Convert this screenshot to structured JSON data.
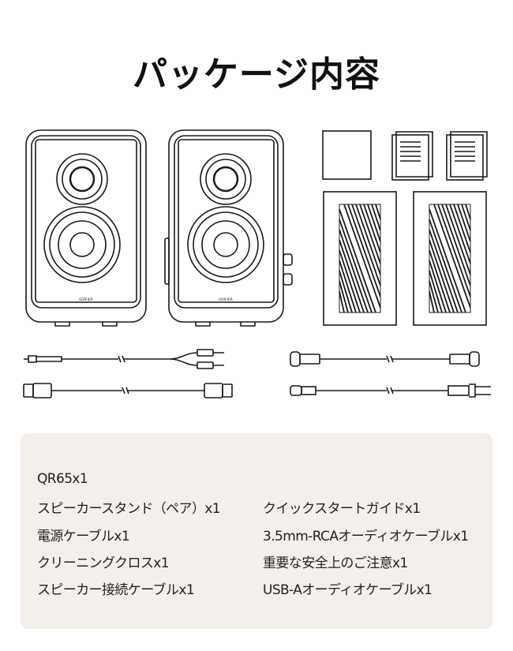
{
  "title": "パッケージ内容",
  "brand_mark": "EDIFIER",
  "package_items": {
    "solo": "QR65x1",
    "left": [
      "スピーカースタンド（ペア）x1",
      "電源ケーブルx1",
      "クリーニングクロスx1",
      "スピーカー接続ケーブルx1"
    ],
    "right": [
      "クイックスタートガイドx1",
      "3.5mm-RCAオーディオケーブルx1",
      "重要な安全上のご注意x1",
      "USB-Aオーディオケーブルx1"
    ]
  }
}
